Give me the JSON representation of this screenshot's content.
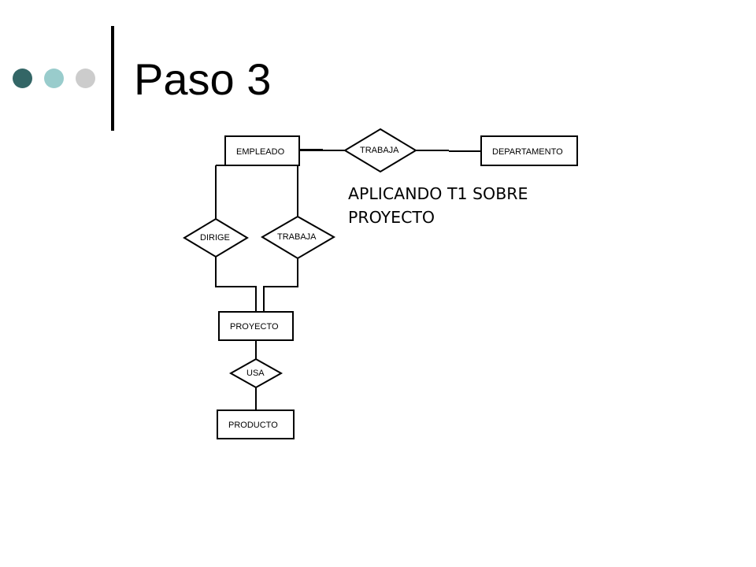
{
  "slide": {
    "title": "Paso 3",
    "note_lines": [
      "APLICANDO T1 SOBRE",
      "PROYECTO"
    ]
  },
  "decor": {
    "dot_colors": [
      "#336666",
      "#99CCCC",
      "#CCCCCC"
    ],
    "bar_color": "#000000"
  },
  "diagram": {
    "entities": {
      "empleado": "EMPLEADO",
      "departamento": "DEPARTAMENTO",
      "proyecto": "PROYECTO",
      "producto": "PRODUCTO"
    },
    "relationships": {
      "trabaja_departamento": "TRABAJA",
      "dirige": "DIRIGE",
      "trabaja_proyecto": "TRABAJA",
      "usa": "USA"
    }
  }
}
